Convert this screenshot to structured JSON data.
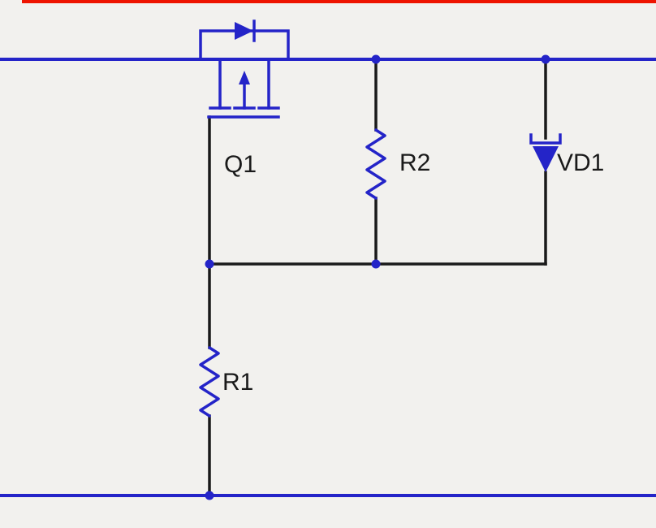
{
  "colors": {
    "background": "#f2f1ee",
    "wire_blue": "#2424c8",
    "wire_black": "#1a1a1a",
    "component_blue": "#2424c8",
    "junction_dot": "#2424c8",
    "top_border_red": "#ee1400",
    "label_text": "#1a1a1a"
  },
  "components": {
    "mosfet": {
      "label": "Q1",
      "kind": "p-channel-mosfet-with-body-diode"
    },
    "resistor_top": {
      "label": "R2",
      "kind": "resistor"
    },
    "zener": {
      "label": "VD1",
      "kind": "zener-diode"
    },
    "resistor_bottom": {
      "label": "R1",
      "kind": "resistor"
    }
  }
}
